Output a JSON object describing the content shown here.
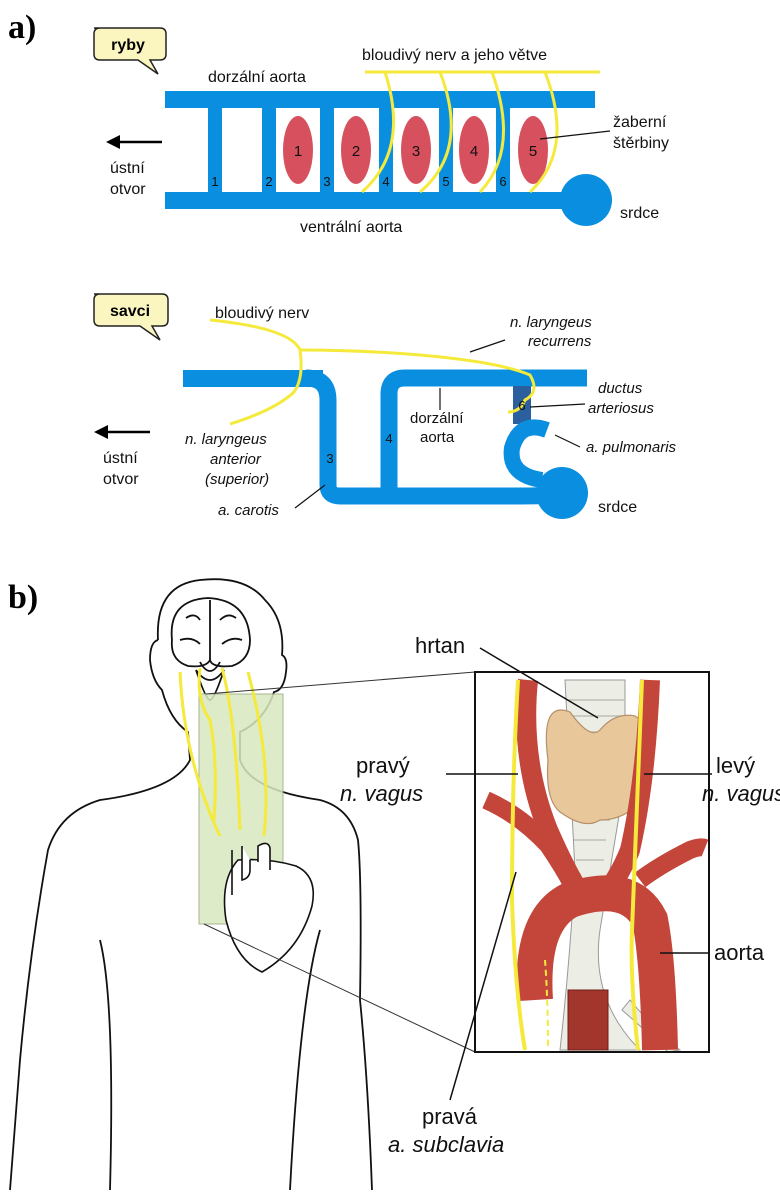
{
  "panels": {
    "a": "a)",
    "b": "b)"
  },
  "fish": {
    "badge": "ryby",
    "dorsal_aorta": "dorzální aorta",
    "ventral_aorta": "ventrální aorta",
    "vagus": "bloudivý nerv a jeho větve",
    "gill_slits_1": "žaberní",
    "gill_slits_2": "štěrbiny",
    "mouth_1": "ústní",
    "mouth_2": "otvor",
    "heart": "srdce",
    "slit_numbers": [
      "1",
      "2",
      "3",
      "4",
      "5"
    ],
    "arch_numbers": [
      "1",
      "2",
      "3",
      "4",
      "5",
      "6"
    ]
  },
  "mammal": {
    "badge": "savci",
    "vagus": "bloudivý nerv",
    "recurrens_1": "n. laryngeus",
    "recurrens_2": "recurrens",
    "ductus_1": "ductus",
    "ductus_2": "arteriosus",
    "dorsal_1": "dorzální",
    "dorsal_2": "aorta",
    "pulmonaris": "a. pulmonaris",
    "anterior_1": "n. laryngeus",
    "anterior_2": "anterior",
    "anterior_3": "(superior)",
    "carotis": "a. carotis",
    "mouth_1": "ústní",
    "mouth_2": "otvor",
    "heart": "srdce",
    "arch_numbers": [
      "3",
      "4",
      "6"
    ]
  },
  "human": {
    "larynx": "hrtan",
    "right_vagus_1": "pravý",
    "right_vagus_2": "n. vagus",
    "left_vagus_1": "levý",
    "left_vagus_2": "n. vagus",
    "aorta": "aorta",
    "subclavia_1": "pravá",
    "subclavia_2": "a. subclavia"
  },
  "colors": {
    "vessel": "#0a8fe0",
    "vessel_dark": "#2c5f9e",
    "nerve": "#f5ea3c",
    "gill": "#d6505e",
    "badge_fill": "#fbf6c0",
    "artery": "#c4463a",
    "thyroid": "#e8c89a",
    "highlight": "#d8e8bf"
  }
}
